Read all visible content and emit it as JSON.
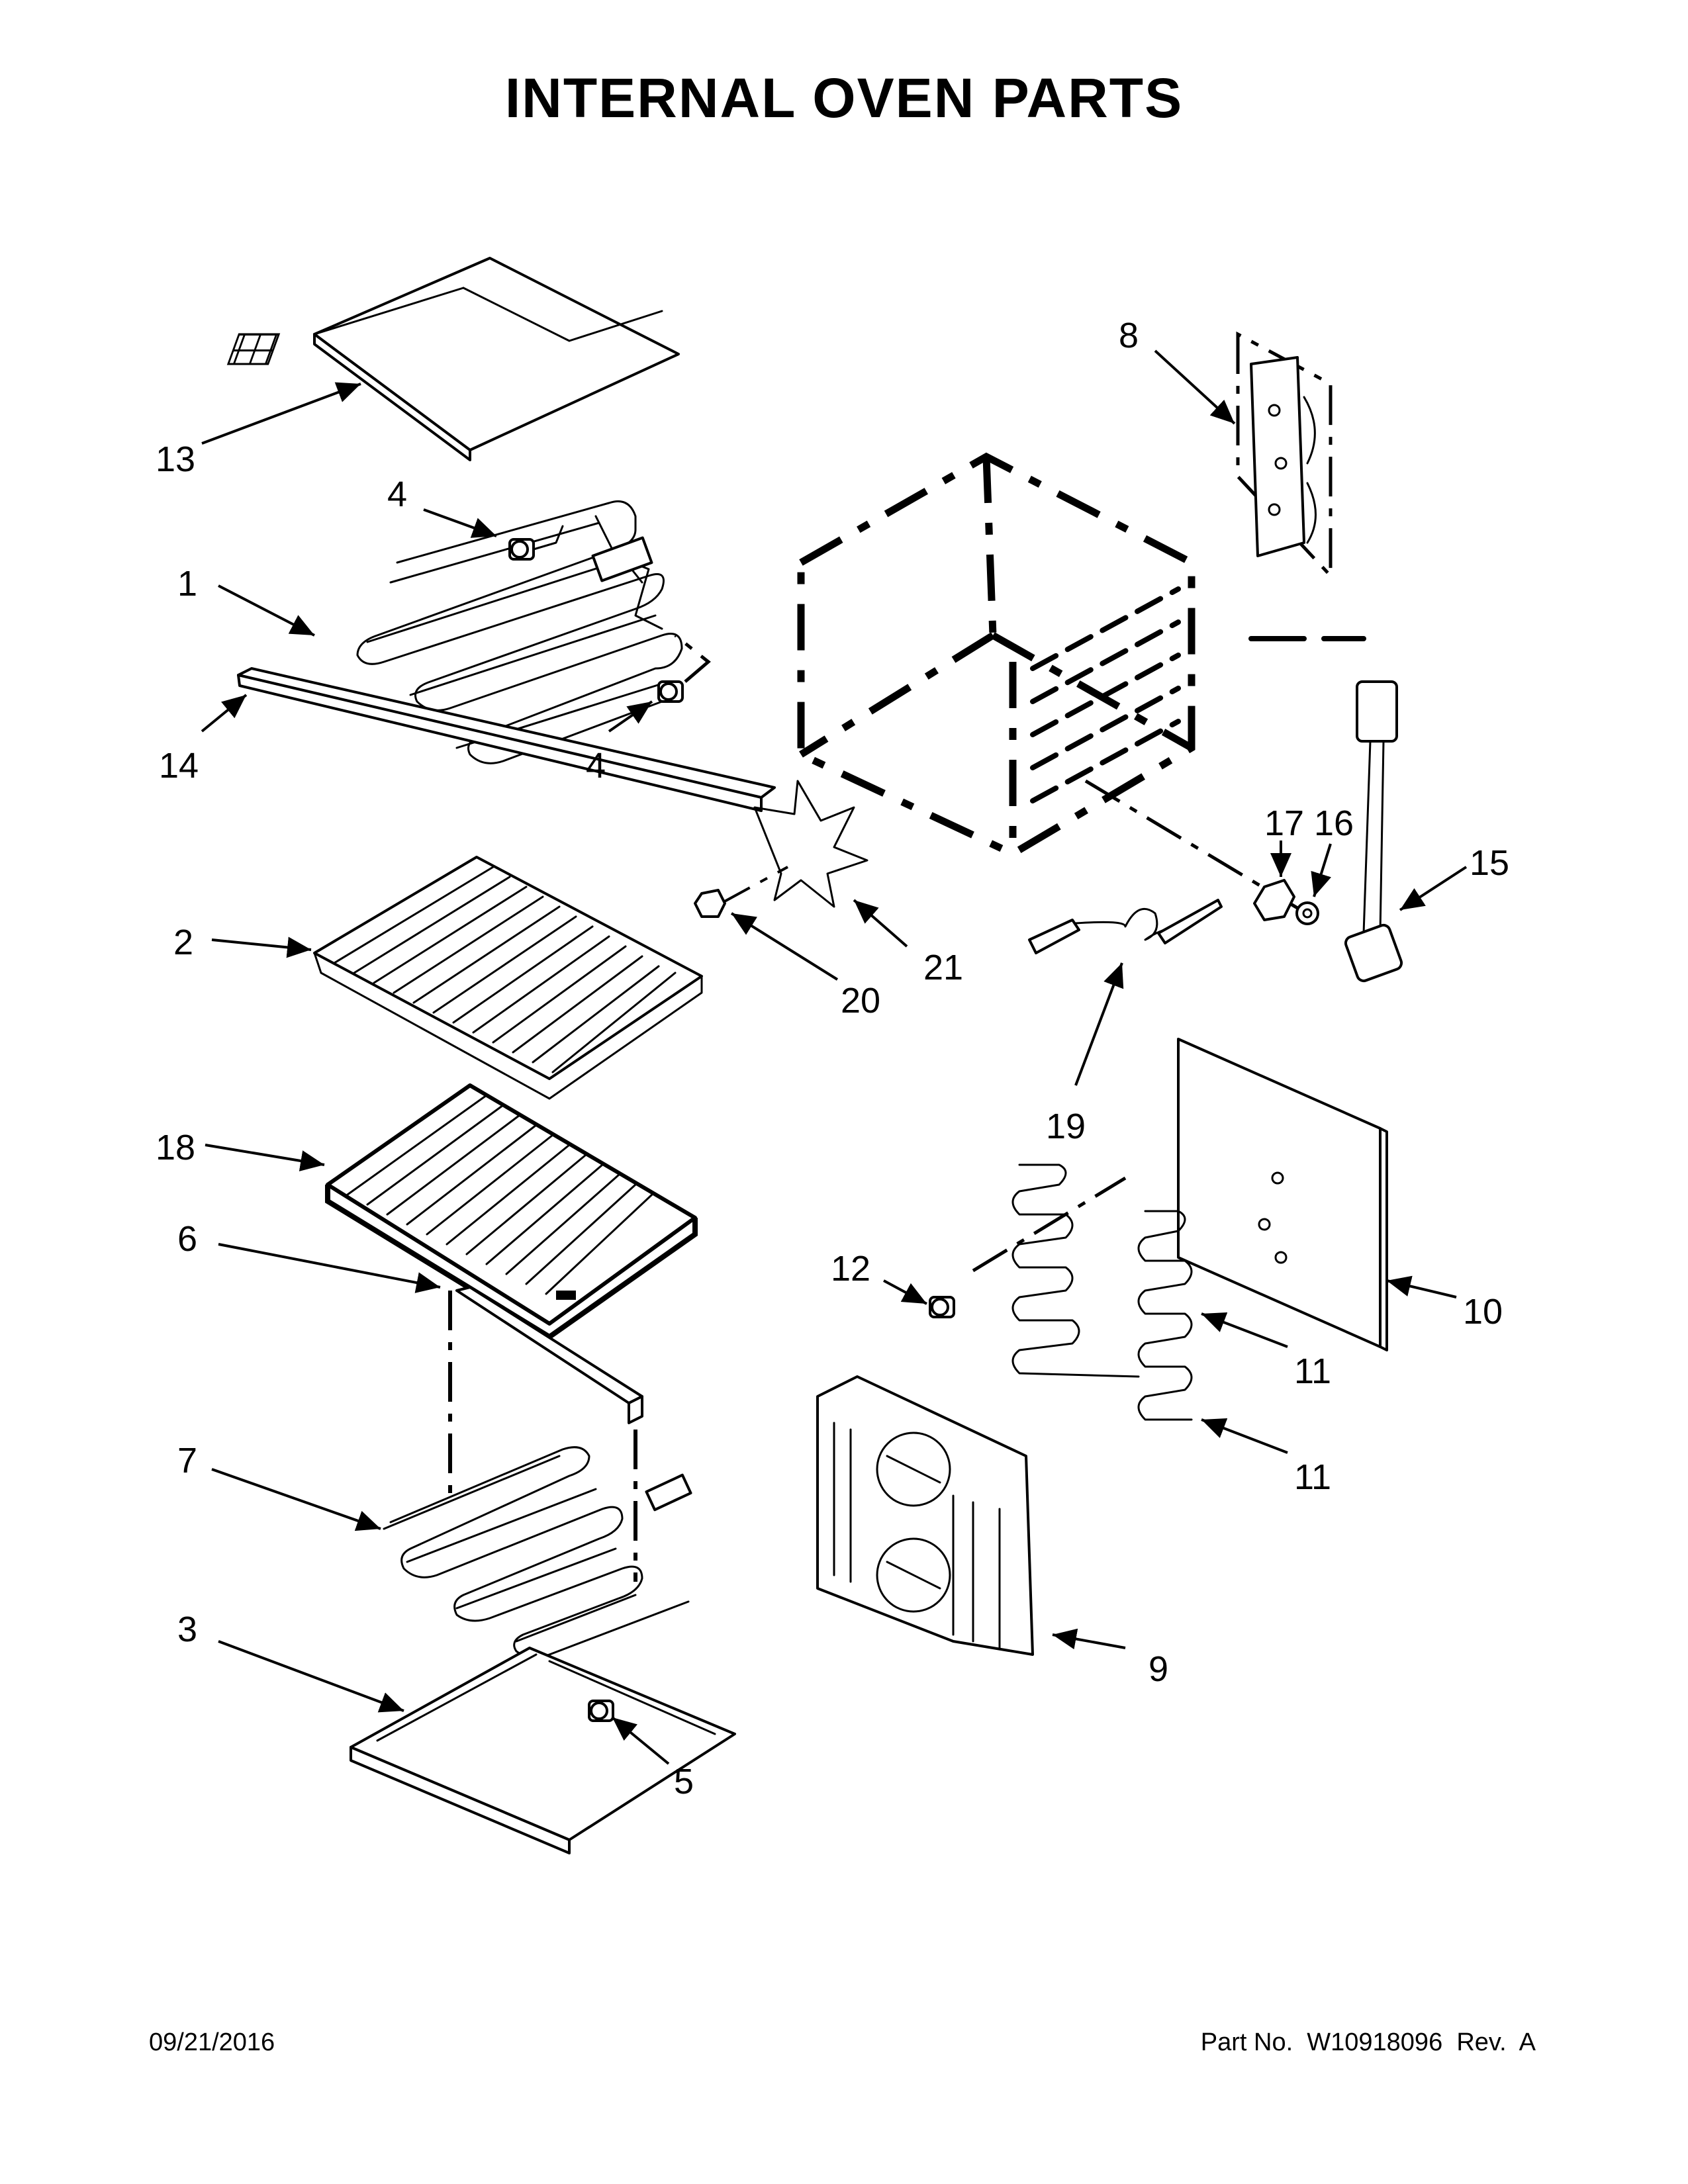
{
  "title": "INTERNAL OVEN PARTS",
  "footer": {
    "date": "09/21/2016",
    "part_number": "Part No.  W10918096  Rev.  A"
  },
  "callouts": {
    "c1": "1",
    "c2": "2",
    "c3": "3",
    "c4a": "4",
    "c4b": "4",
    "c5": "5",
    "c6": "6",
    "c7": "7",
    "c8": "8",
    "c9": "9",
    "c10": "10",
    "c11a": "11",
    "c11b": "11",
    "c12": "12",
    "c13": "13",
    "c14": "14",
    "c15": "15",
    "c16": "16",
    "c17": "17",
    "c18": "18",
    "c19": "19",
    "c20": "20",
    "c21": "21"
  }
}
